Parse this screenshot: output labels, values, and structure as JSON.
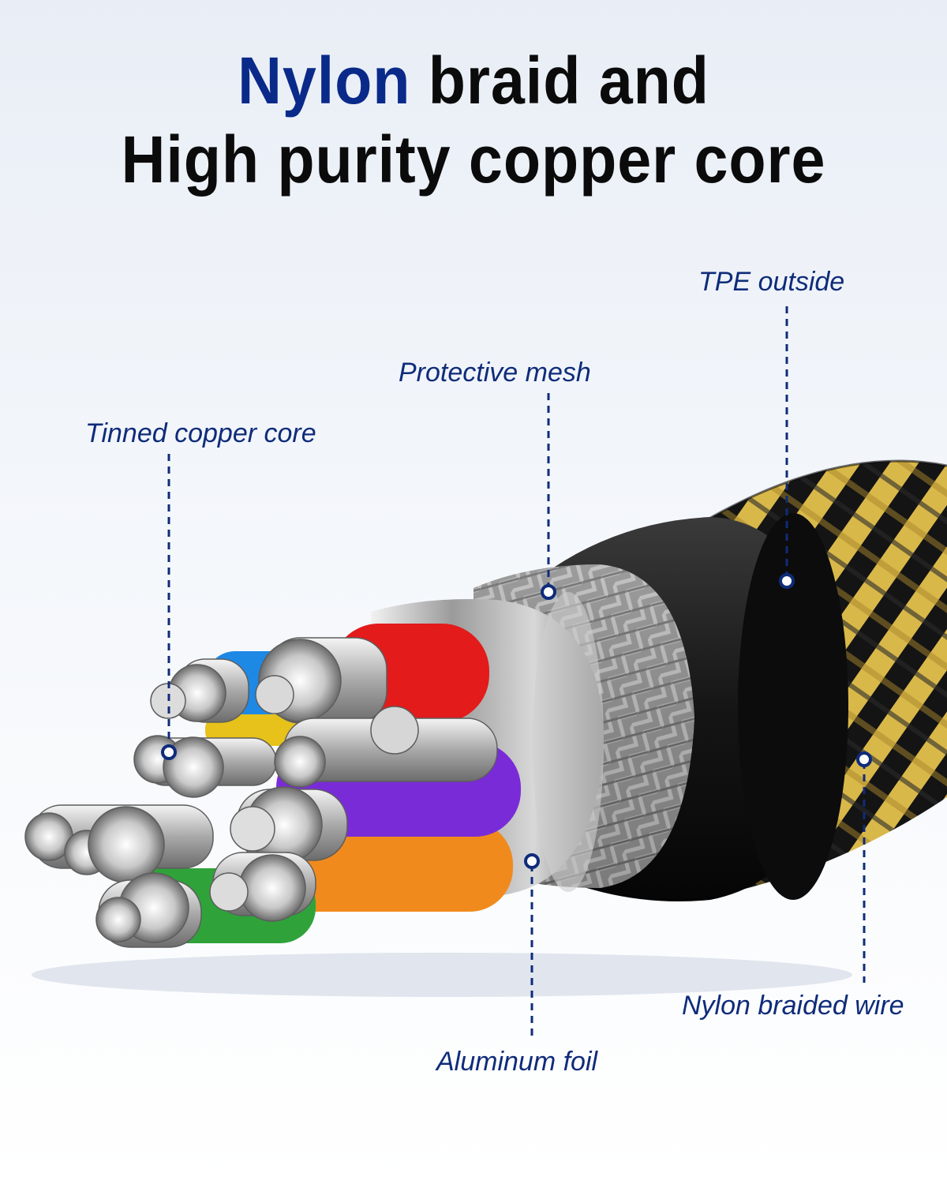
{
  "headline": {
    "line1_accent": "Nylon",
    "line1_rest": " braid and",
    "line2": "High purity copper core"
  },
  "callouts": {
    "tinned_copper_core": "Tinned copper core",
    "protective_mesh": "Protective mesh",
    "tpe_outside": "TPE outside",
    "aluminum_foil": "Aluminum foil",
    "nylon_braided_wire": "Nylon braided wire"
  },
  "colors": {
    "accent": "#0a2a8a",
    "label": "#0f2c7a",
    "wire_blue": "#1e88e5",
    "wire_red": "#e31b1b",
    "wire_purple": "#7a2bd8",
    "wire_orange": "#f18a1c",
    "wire_green": "#2fa33a",
    "wire_yellow": "#e6c21a",
    "braid_gold": "#d9b84a",
    "braid_black": "#141414"
  }
}
